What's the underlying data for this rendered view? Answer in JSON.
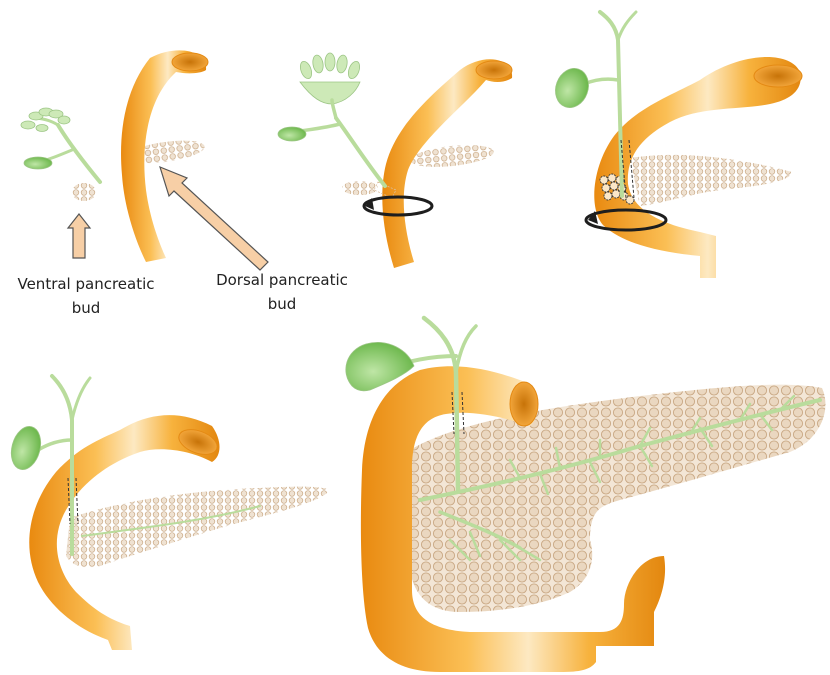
{
  "labels": {
    "ventral": [
      "Ventral pancreatic",
      "bud"
    ],
    "dorsal": [
      "Dorsal pancreatic",
      "bud"
    ]
  },
  "colors": {
    "duodenum": "#f6a630",
    "duodenum_highlight": "#fde6b8",
    "pancreas": "#ead9c4",
    "bile_duct": "#bfe0a4",
    "gallbladder": "#8ccc6c",
    "arrow": "#f7cfa6"
  }
}
